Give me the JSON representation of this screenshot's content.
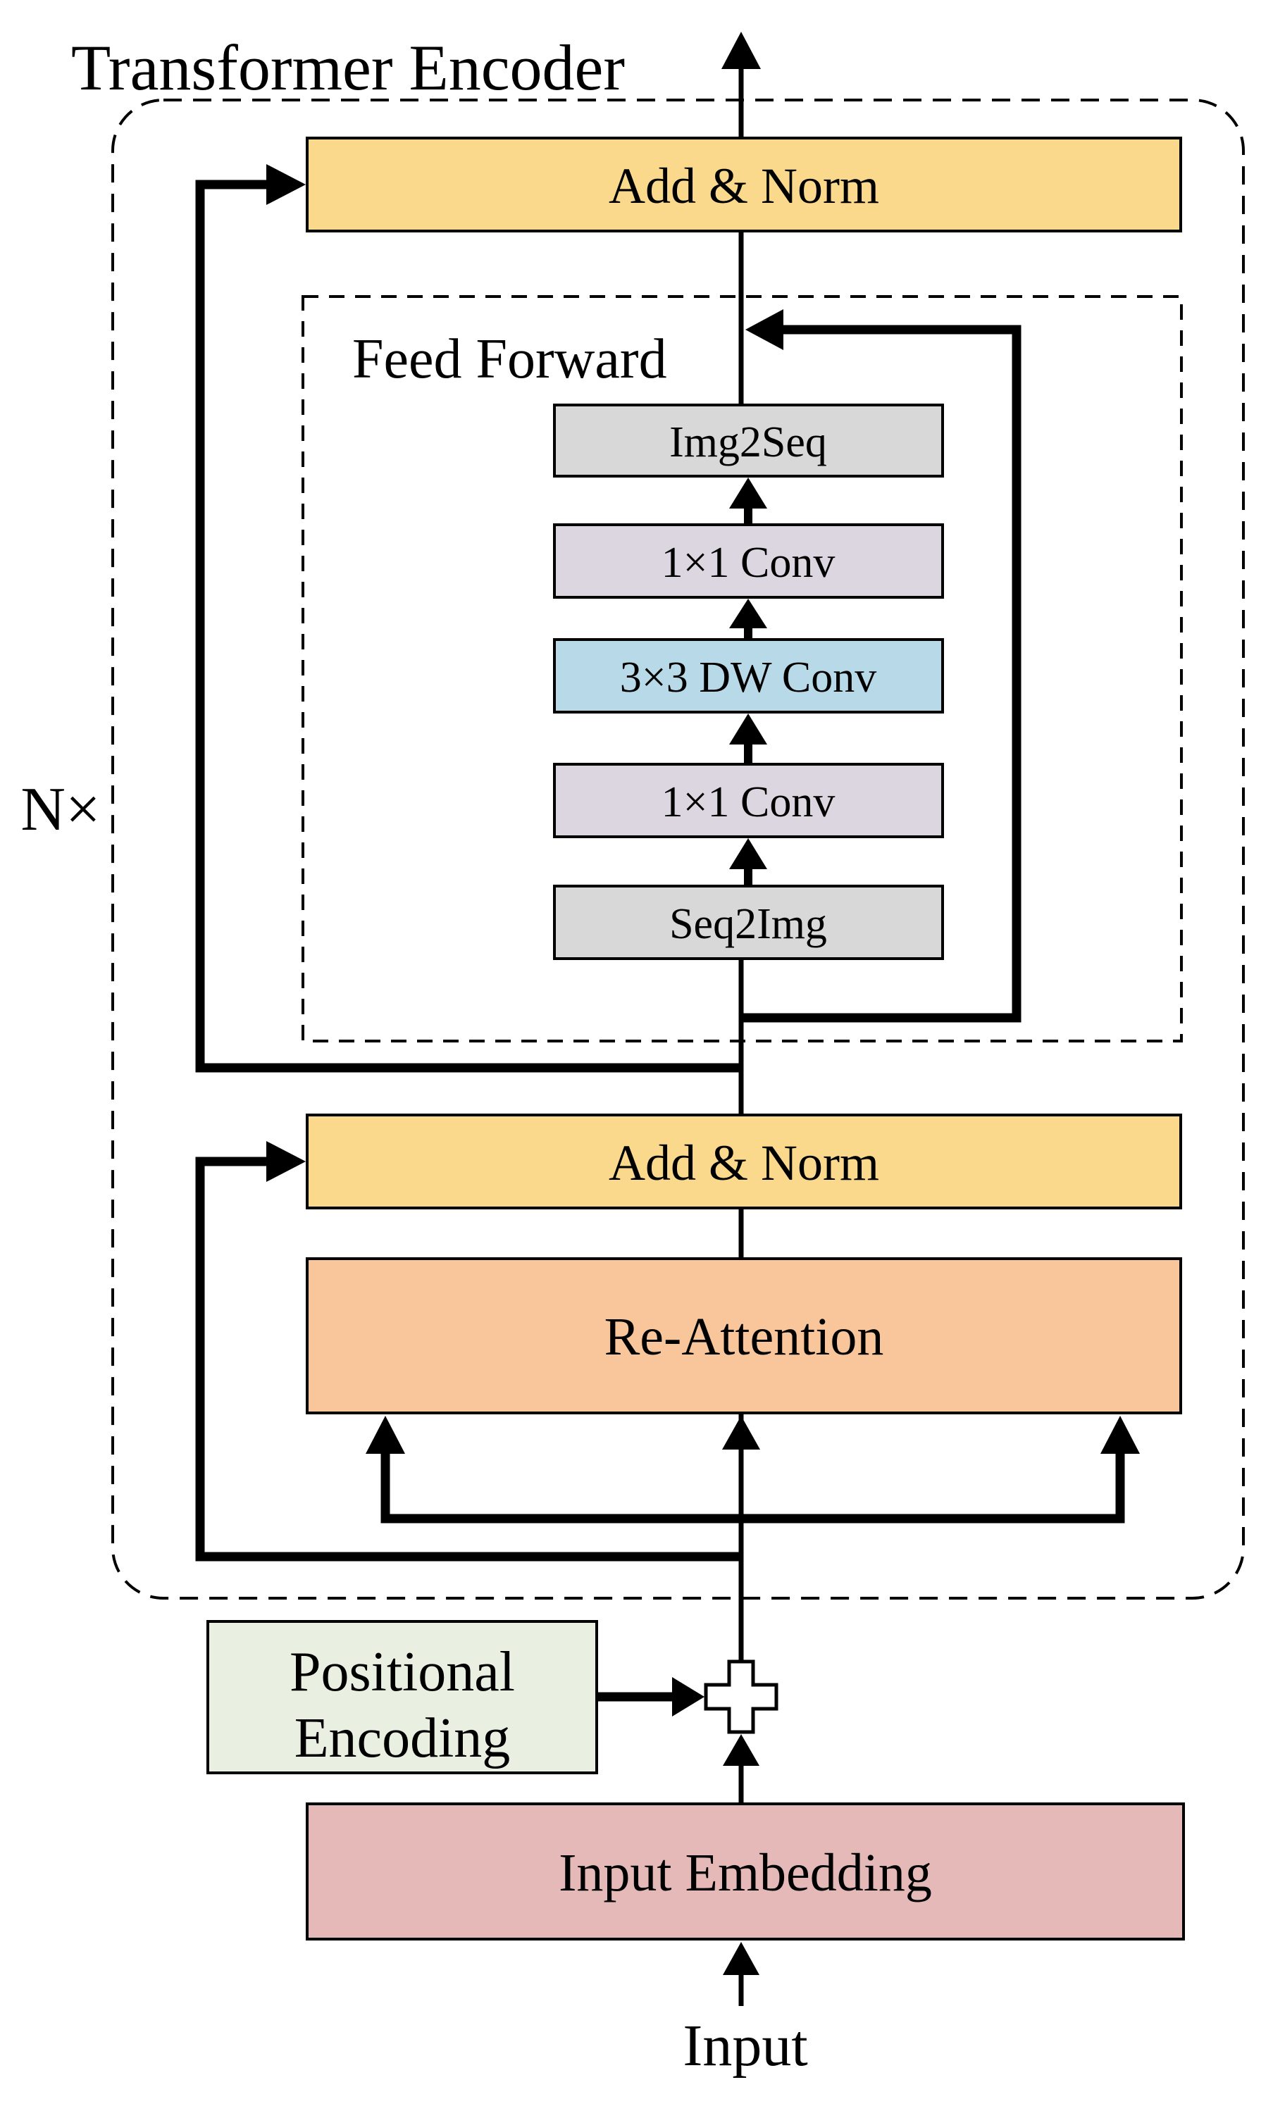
{
  "diagram": {
    "title": "Transformer Encoder",
    "repeat_label": "N×",
    "encoder": {
      "add_norm_top": "Add & Norm",
      "feed_forward": {
        "label": "Feed Forward",
        "img2seq": "Img2Seq",
        "conv1x1_upper": "1×1 Conv",
        "dwconv3x3": "3×3 DW Conv",
        "conv1x1_lower": "1×1 Conv",
        "seq2img": "Seq2Img"
      },
      "add_norm_bottom": "Add & Norm",
      "re_attention": "Re-Attention"
    },
    "positional_encoding": {
      "line1": "Positional",
      "line2": "Encoding"
    },
    "input_embedding": "Input Embedding",
    "input_label": "Input",
    "icons": {
      "add_operator": "plus-cross",
      "arrowhead": "black-triangle"
    },
    "colors": {
      "add_norm": "#FBD98C",
      "gray_box": "#D8D8D8",
      "conv_box": "#DBD6E0",
      "dwconv_box": "#B7D9E8",
      "re_attention": "#F9C69B",
      "positional_encoding": "#E9F0E1",
      "input_embedding": "#E5B9B7",
      "line": "#000000",
      "background": "#FFFFFF"
    }
  }
}
